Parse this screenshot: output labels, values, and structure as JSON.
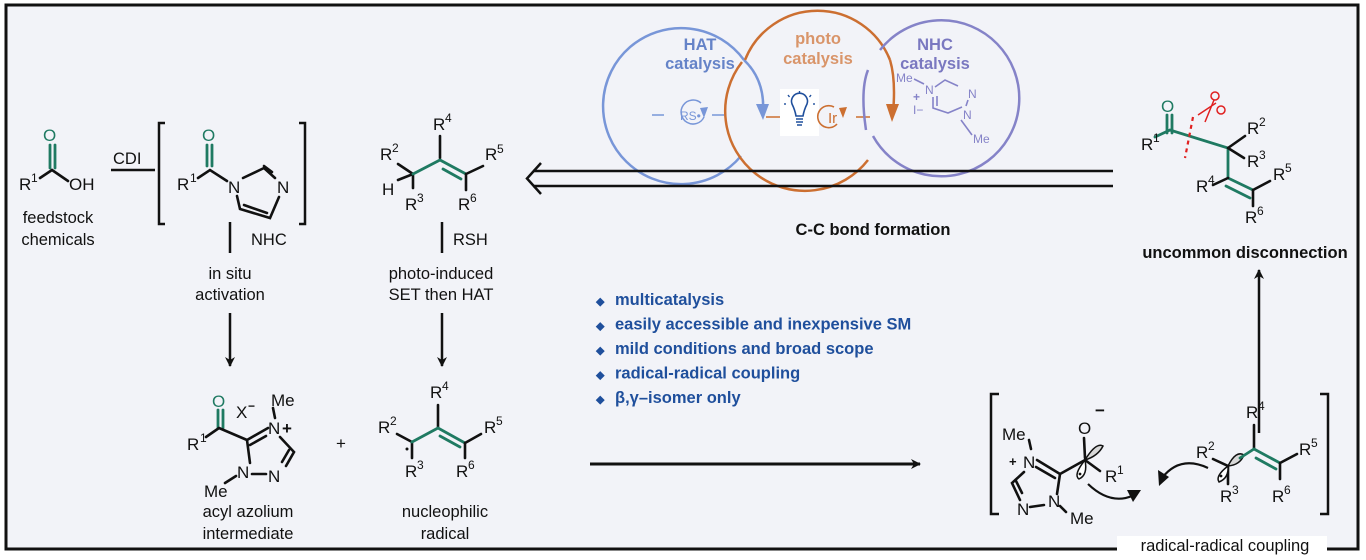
{
  "colors": {
    "background": "#f2f3f8",
    "border": "#111111",
    "teal": "#1f7a62",
    "hat": "#7896d8",
    "photo": "#cc6f31",
    "photo_text": "#d9956a",
    "nhc": "#8583c8",
    "bullet_text": "#1f4f9c",
    "scissors": "#e02020"
  },
  "catalysis": {
    "hat": {
      "line1": "HAT",
      "line2": "catalysis",
      "species": "RS•"
    },
    "photo": {
      "line1": "photo",
      "line2": "catalysis",
      "species": "Ir",
      "icon": "light-bulb-icon"
    },
    "nhc": {
      "line1": "NHC",
      "line2": "catalysis",
      "me_top": "Me",
      "me_bottom": "Me",
      "n1": "N",
      "n2": "N",
      "n3": "N",
      "plus": "+",
      "iodide": "I−"
    }
  },
  "start": {
    "r1": "R",
    "r1_sup": "1",
    "oh": "OH",
    "o": "O",
    "caption": [
      "feedstock",
      "chemicals"
    ],
    "reagent": "CDI"
  },
  "acyl_imidazole": {
    "r1": "R",
    "r1_sup": "1",
    "o": "O",
    "n1": "N",
    "n2": "N",
    "reagent": "NHC",
    "caption": [
      "in situ",
      "activation"
    ]
  },
  "alkene": {
    "r2": "2",
    "r3": "3",
    "r4": "4",
    "r5": "5",
    "r6": "6",
    "h": "H",
    "r": "R",
    "reagent": "RSH",
    "caption": [
      "photo-induced",
      "SET then HAT"
    ]
  },
  "retro_arrow_label": "C-C bond formation",
  "product": {
    "o": "O",
    "r": "R",
    "subs": [
      "1",
      "2",
      "3",
      "4",
      "5",
      "6"
    ],
    "caption": "uncommon disconnection"
  },
  "features": [
    "multicatalysis",
    "easily accessible and inexpensive SM",
    "mild conditions and broad scope",
    "radical-radical coupling",
    "β,γ–isomer only"
  ],
  "bullet_glyph": "◆",
  "acyl_azolium": {
    "o": "O",
    "x": "X",
    "x_charge": "−",
    "me_top": "Me",
    "me_bottom": "Me",
    "n_plus": "N",
    "plus": "+",
    "n1": "N",
    "n2": "N",
    "r1": "R",
    "r1_sup": "1",
    "caption": [
      "acyl azolium",
      "intermediate"
    ]
  },
  "plus_sign": "+",
  "radical": {
    "r": "R",
    "subs": [
      "2",
      "3",
      "4",
      "5",
      "6"
    ],
    "caption": [
      "nucleophilic",
      "radical"
    ]
  },
  "coupling_complex": {
    "me_top": "Me",
    "me_bottom": "Me",
    "plus": "+",
    "n1": "N",
    "n2": "N",
    "n3": "N",
    "o": "O",
    "o_charge": "−",
    "r": "R",
    "subs": [
      "1",
      "2",
      "3",
      "4",
      "5",
      "6"
    ],
    "caption": "radical-radical coupling"
  }
}
